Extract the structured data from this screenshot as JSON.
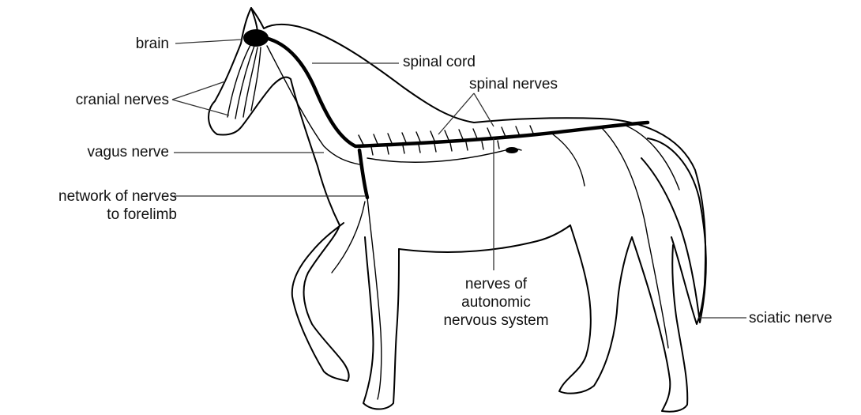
{
  "labels": {
    "brain": "brain",
    "cranial_nerves": "cranial nerves",
    "vagus_nerve": "vagus nerve",
    "forelimb_line1": "network of nerves",
    "forelimb_line2": "to forelimb",
    "spinal_cord": "spinal cord",
    "spinal_nerves": "spinal nerves",
    "autonomic_line1": "nerves of",
    "autonomic_line2": "autonomic",
    "autonomic_line3": "nervous system",
    "sciatic_nerve": "sciatic nerve"
  },
  "colors": {
    "ink": "#000000",
    "leader": "#333333",
    "background": "#ffffff"
  }
}
